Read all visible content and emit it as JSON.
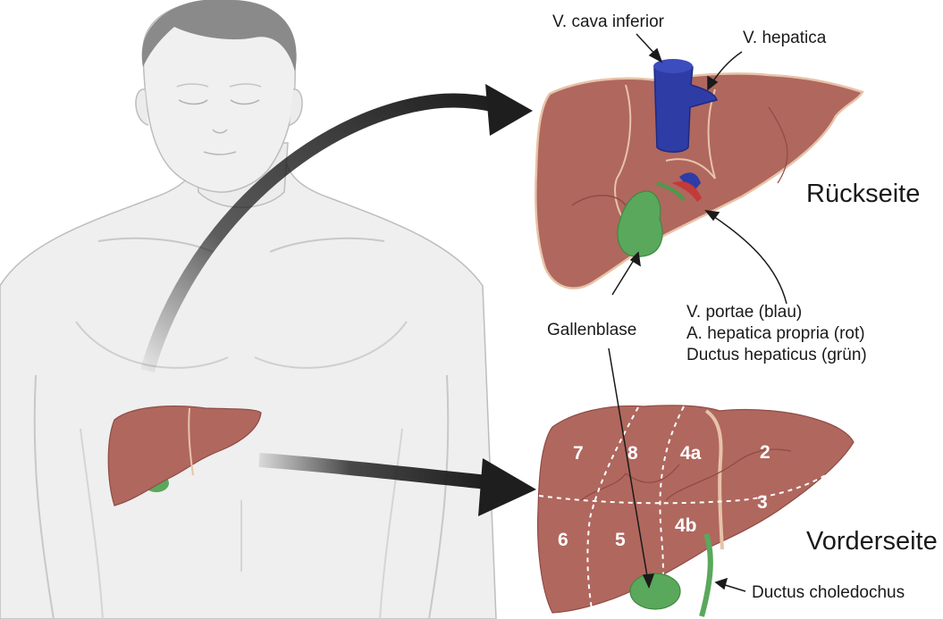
{
  "colors": {
    "liver": "#b0675e",
    "liver_dark": "#8f4b45",
    "liver_edge": "#e7c3a8",
    "vein_blue": "#2e3ca6",
    "gallbladder": "#5aa85c",
    "artery_red": "#c23a3a",
    "body_fill": "#efefef",
    "body_stroke": "#bdbdbd",
    "hair": "#8a8a8a",
    "arrow": "#1e1e1e"
  },
  "icons": {
    "figure": "human-torso-figure",
    "liver": "liver-illustration"
  },
  "labels": {
    "vena_cava": "V. cava inferior",
    "v_hepatica": "V. hepatica",
    "rueckseite": "Rückseite",
    "gallenblase": "Gallenblase",
    "v_portae": "V. portae (blau)",
    "a_hepatica": "A. hepatica propria (rot)",
    "ductus_hepaticus": "Ductus hepaticus (grün)",
    "vorderseite": "Vorderseite",
    "ductus_choledochus": "Ductus choledochus"
  },
  "segments": [
    "7",
    "8",
    "4a",
    "2",
    "3",
    "6",
    "5",
    "4b"
  ]
}
